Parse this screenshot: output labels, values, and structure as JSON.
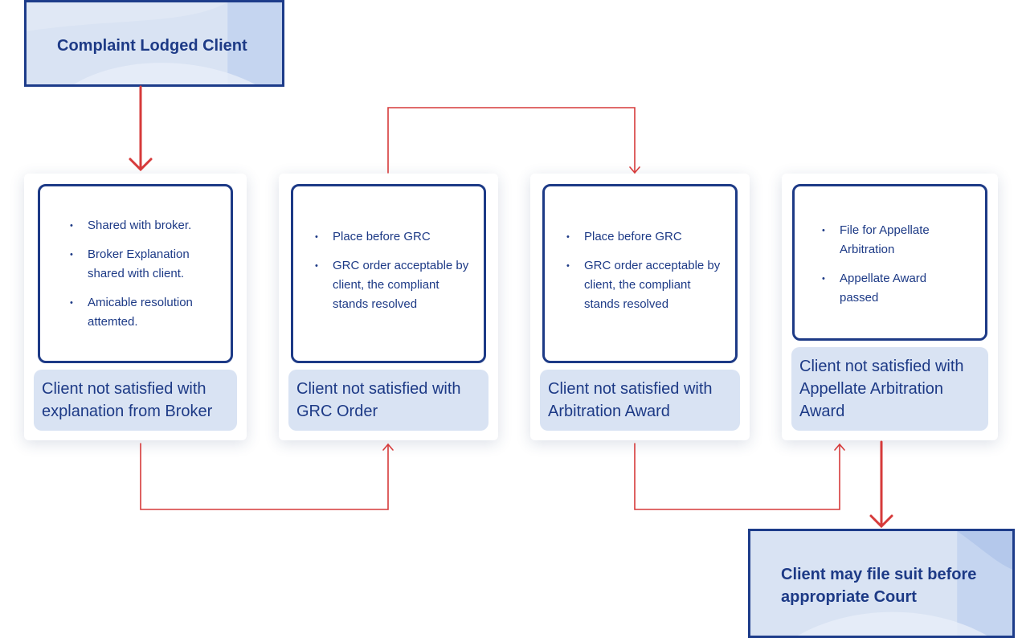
{
  "start": {
    "title": "Complaint Lodged Client"
  },
  "stages": [
    {
      "bullets": [
        "Shared with broker.",
        "Broker Explanation shared with client.",
        "Amicable resolution attemted."
      ],
      "footer": "Client not satisfied with explanation from Broker"
    },
    {
      "bullets": [
        "Place before GRC",
        "GRC order acceptable by client, the compliant stands resolved"
      ],
      "footer": "Client not satisfied with GRC Order"
    },
    {
      "bullets": [
        "Place before GRC",
        "GRC order acceptable by client, the compliant stands resolved"
      ],
      "footer": "Client not satisfied with Arbitration Award"
    },
    {
      "bullets": [
        "File for Appellate Arbitration",
        "Appellate Award passed"
      ],
      "footer": "Client not satisfied with Appellate Arbitration Award"
    }
  ],
  "end": {
    "title": "Client may file suit before appropriate Court"
  },
  "colors": {
    "navy": "#1d3a86",
    "arrow_red": "#d63a3a",
    "box_fill": "#d9e3f3",
    "footer_fill": "#d9e3f3"
  }
}
